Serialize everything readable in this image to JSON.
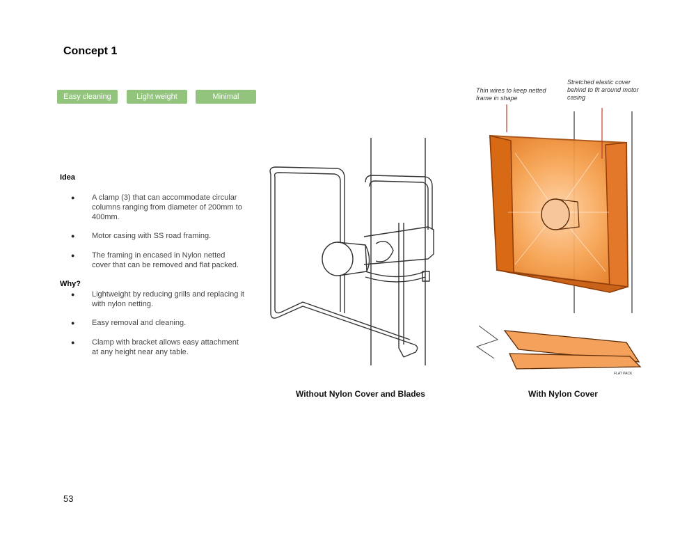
{
  "page": {
    "title": "Concept 1",
    "page_number": "53"
  },
  "tags": [
    "Easy cleaning",
    "Light weight",
    "Minimal"
  ],
  "idea": {
    "heading": "Idea",
    "bullets": [
      "A clamp (3) that can accommodate circular columns ranging from diameter of 200mm to 400mm.",
      "Motor casing with SS road framing.",
      "The framing in encased in Nylon netted cover that can be removed and flat packed."
    ]
  },
  "why": {
    "heading": "Why?",
    "bullets": [
      "Lightweight by reducing grills and replacing it with nylon netting.",
      "Easy removal and cleaning.",
      "Clamp with bracket allows easy attachment at any height near any table."
    ]
  },
  "figures": {
    "left_caption": "Without Nylon Cover and Blades",
    "right_caption": "With Nylon Cover",
    "annotations": {
      "wires": "Thin wires to keep netted frame in shape",
      "cover": "Stretched elastic cover behind to fit around motor casing",
      "flat_pack": "FLAT PACK"
    }
  },
  "colors": {
    "tag_green": "#93c47d",
    "nylon_orange": "#f28a2e"
  }
}
